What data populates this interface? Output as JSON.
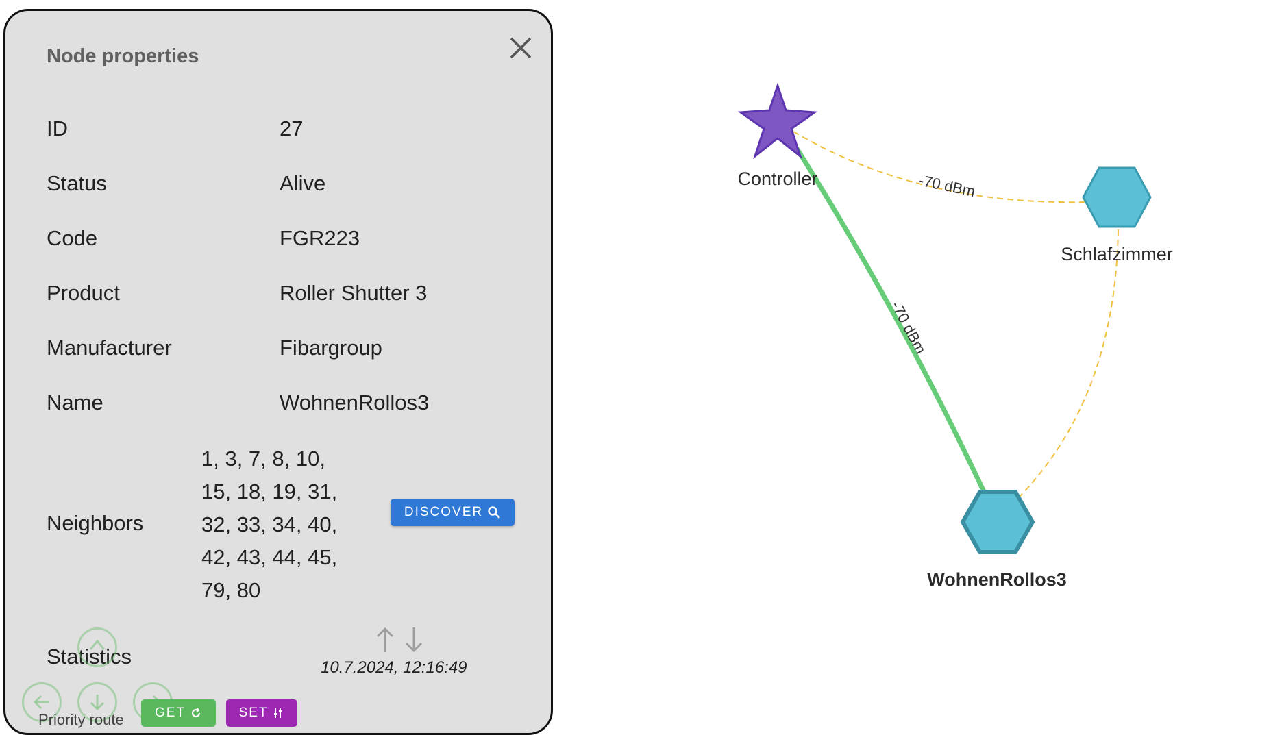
{
  "panel": {
    "title": "Node properties",
    "rows": [
      {
        "label": "ID",
        "value": "27"
      },
      {
        "label": "Status",
        "value": "Alive"
      },
      {
        "label": "Code",
        "value": "FGR223"
      },
      {
        "label": "Product",
        "value": "Roller Shutter 3"
      },
      {
        "label": "Manufacturer",
        "value": "Fibargroup"
      },
      {
        "label": "Name",
        "value": "WohnenRollos3"
      }
    ],
    "neighbors": {
      "label": "Neighbors",
      "lines": [
        "1, 3, 7, 8, 10,",
        "15, 18, 19, 31,",
        "32, 33, 34, 40,",
        "42, 43, 44, 45,",
        "79, 80"
      ],
      "discover_label": "DISCOVER"
    },
    "statistics": {
      "label": "Statistics",
      "timestamp": "10.7.2024, 12:16:49"
    },
    "priority_route": {
      "label": "Priority route",
      "get_label": "GET",
      "set_label": "SET"
    }
  },
  "graph": {
    "nodes": {
      "controller": "Controller",
      "schlafzimmer": "Schlafzimmer",
      "wohnen": "WohnenRollos3"
    },
    "edges": {
      "controller_schlafzimmer": "-70 dBm",
      "controller_wohnen": "-70 dBm"
    }
  },
  "colors": {
    "accent_blue": "#2f78d6",
    "get_green": "#5cb85c",
    "set_purple": "#9c27b0",
    "controller_star": "#7e57c2",
    "hex_node": "#5bc0d6",
    "route_green": "#66cc77",
    "link_yellow": "#f0c040"
  }
}
